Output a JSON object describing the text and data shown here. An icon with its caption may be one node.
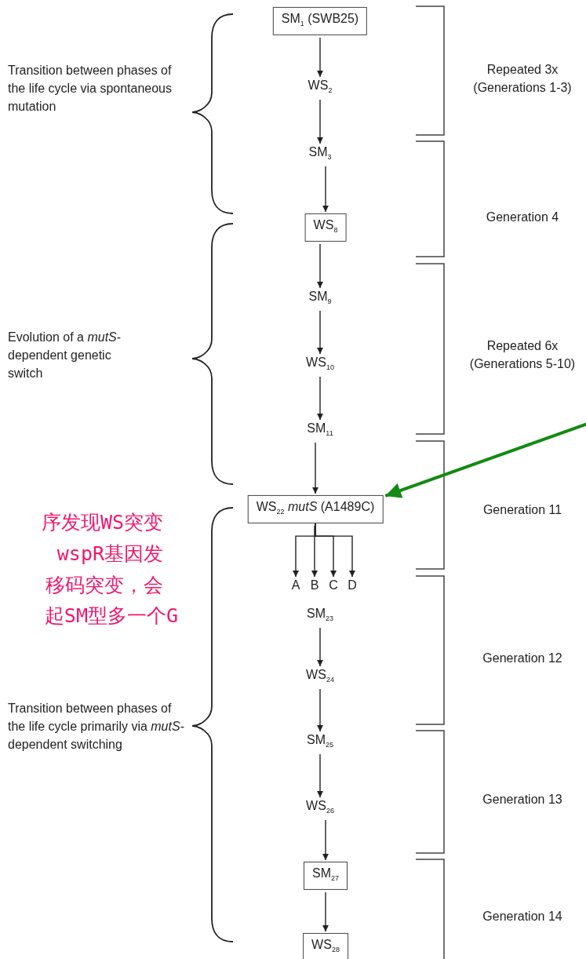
{
  "diagram": {
    "nodes": [
      {
        "text": [
          "SM$_{1}$ (SWB25)"
        ]
      },
      {
        "text": [
          "WS$_{2}$"
        ]
      },
      {
        "text": [
          "SM$_{3}$"
        ]
      },
      {
        "text": [
          "WS$_{8}$"
        ]
      },
      {
        "text": [
          "SM$_{9}$"
        ]
      },
      {
        "text": [
          "WS$_{10}$"
        ]
      },
      {
        "text": [
          "SM$_{11}$"
        ]
      },
      {
        "text": [
          "WS$_{22}$ *mutS* (A1489C)"
        ]
      },
      {
        "text": [
          "A"
        ]
      },
      {
        "text": [
          "B"
        ]
      },
      {
        "text": [
          "C"
        ]
      },
      {
        "text": [
          "D"
        ]
      },
      {
        "text": [
          "SM$_{23}$"
        ]
      },
      {
        "text": [
          "WS$_{24}$"
        ]
      },
      {
        "text": [
          "SM$_{25}$"
        ]
      },
      {
        "text": [
          "WS$_{26}$"
        ]
      },
      {
        "text": [
          "SM$_{27}$"
        ]
      },
      {
        "text": [
          "WS$_{28}$"
        ]
      }
    ],
    "edges": [
      {
        "from": 0,
        "to": 1,
        "arrow": "to"
      },
      {
        "from": 1,
        "to": 2,
        "arrow": "to"
      },
      {
        "from": 2,
        "to": 3,
        "arrow": "to"
      },
      {
        "from": 3,
        "to": 4,
        "arrow": "to"
      },
      {
        "from": 4,
        "to": 5,
        "arrow": "to"
      },
      {
        "from": 5,
        "to": 6,
        "arrow": "to"
      },
      {
        "from": 6,
        "to": 7,
        "arrow": "to"
      },
      {
        "from": 7,
        "to": 8,
        "arrow": "to"
      },
      {
        "from": 7,
        "to": 9,
        "arrow": "to"
      },
      {
        "from": 7,
        "to": 10,
        "arrow": "to"
      },
      {
        "from": 7,
        "to": 11,
        "arrow": "to"
      },
      {
        "from": 12,
        "to": 13,
        "arrow": "to"
      },
      {
        "from": 13,
        "to": 14,
        "arrow": "to"
      },
      {
        "from": 14,
        "to": 15,
        "arrow": "to"
      },
      {
        "from": 15,
        "to": 16,
        "arrow": "to"
      },
      {
        "from": 16,
        "to": 17,
        "arrow": "to"
      },
      {
        "from": null,
        "to": 7,
        "arrow": "to",
        "style": "thick",
        "color": "#138a13"
      }
    ],
    "labels": [
      "Transition between phases of the life cycle via spontaneous mutation",
      "Repeated 3x (Generations 1-3)",
      "Generation 4",
      "Evolution of a *mutS*-dependent genetic switch",
      "Repeated 6x (Generations 5-10)",
      "序发现WS突变",
      "  wspR基因发",
      "Generation 11",
      "移码突变，会",
      "起SM型多一个G",
      "Generation 12",
      "Transition between phases of the life cycle primarily via *mutS*-dependent switching",
      "Generation 13",
      "Generation 14"
    ]
  }
}
